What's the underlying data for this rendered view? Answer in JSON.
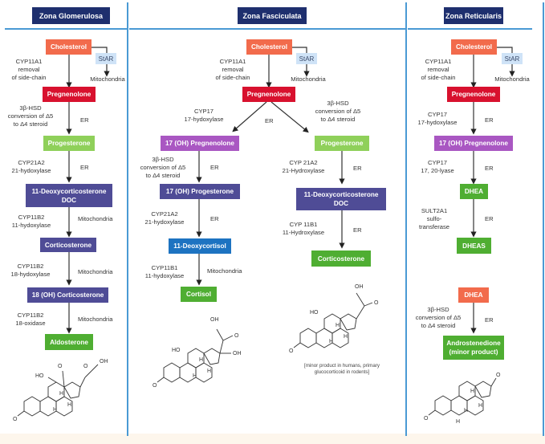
{
  "zones": {
    "glomerulosa": {
      "title": "Zona Glomerulosa",
      "star": "StAR",
      "mito": "Mitochondria",
      "nodes": [
        "Cholesterol",
        "Pregnenolone",
        "Progesterone",
        "11-Deoxycorticosterone\nDOC",
        "Corticosterone",
        "18 (OH) Corticosterone",
        "Aldosterone"
      ],
      "enzymes": [
        "CYP11A1\nremoval\nof side-chain",
        "3β-HSD\nconversion of Δ5\nto Δ4 steroid",
        "CYP21A2\n21-hydoxylase",
        "CYP11B2\n11-hydoxylase",
        "CYP11B2\n18-hydoxylase",
        "CYP11B2\n18-oxidase"
      ],
      "locations": [
        "ER",
        "ER",
        "Mitochondria",
        "Mitochondria",
        "Mitochondria"
      ],
      "structure": "Aldosterone structure"
    },
    "fasciculata": {
      "title": "Zona Fasciculata",
      "star": "StAR",
      "mito": "Mitochondria",
      "nodes": [
        "Cholesterol",
        "Pregnenolone",
        "17 (OH) Pregnenolone",
        "17 (OH) Progesterone",
        "11-Deoxycortisol",
        "Cortisol",
        "Progesterone",
        "11-Deoxycorticosterone\nDOC",
        "Corticosterone"
      ],
      "enzymes": [
        "CYP11A1\nremoval\nof side-chain",
        "CYP17\n17-hydoxylase",
        "3β-HSD\nconversion of Δ5\nto Δ4 steroid",
        "3β-HSD\nconversion of Δ5\nto Δ4 steroid",
        "CYP21A2\n21-hydoxylase",
        "CYP11B1\n11-hydoxylase",
        "CYP 21A2\n21-Hydroxylase",
        "CYP 11B1\n11-Hydroxylase"
      ],
      "locations": [
        "ER",
        "ER",
        "ER",
        "Mitochondria",
        "ER",
        "ER"
      ],
      "note": "[minor product in humans, primary\nglucocorticoid in rodents]",
      "structures": [
        "Cortisol structure",
        "Corticosterone structure"
      ]
    },
    "reticularis": {
      "title": "Zona Reticularis",
      "star": "StAR",
      "mito": "Mitochondria",
      "nodes": [
        "Cholesterol",
        "Pregnenolone",
        "17 (OH) Pregnenolone",
        "DHEA",
        "DHEAS",
        "DHEA",
        "Androstenedione\n(minor product)"
      ],
      "enzymes": [
        "CYP11A1\nremoval\nof side-chain",
        "CYP17\n17-hydoxylase",
        "CYP17\n17, 20-lyase",
        "SULT2A1\nsulfo-\ntransferase",
        "3β-HSD\nconversion of Δ5\nto Δ4 steroid"
      ],
      "locations": [
        "ER",
        "ER",
        "ER",
        "ER"
      ],
      "structure": "Androstenedione structure"
    }
  },
  "colors": {
    "header": "#1e2f6e",
    "divider": "#4a9ad4",
    "cholesterol": "#f26b4c",
    "pregnenolone": "#d8112e",
    "progesterone": "#8fd05a",
    "final_product": "#4fae32",
    "intermediate": "#4f4c96",
    "hydroxy_pregnenolone": "#a957c2",
    "deoxycortisol": "#1d73c1"
  }
}
